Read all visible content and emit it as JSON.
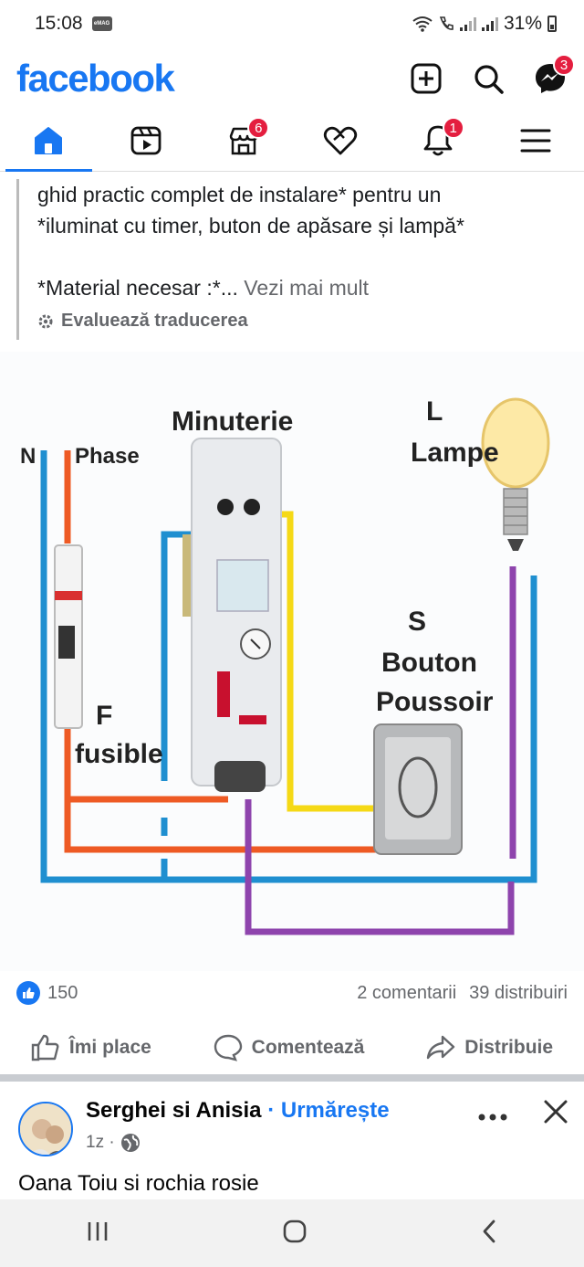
{
  "status_bar": {
    "time": "15:08",
    "notif_badge": "eMAG",
    "battery": "31%"
  },
  "header": {
    "logo": "facebook",
    "messenger_badge": "3",
    "icons": [
      "plus-icon",
      "search-icon",
      "messenger-icon"
    ],
    "brand_color": "#1877f2"
  },
  "nav": {
    "tabs": [
      {
        "name": "home",
        "icon": "home-icon",
        "active": true
      },
      {
        "name": "video",
        "icon": "video-icon",
        "active": false
      },
      {
        "name": "marketplace",
        "icon": "marketplace-icon",
        "badge": "6",
        "active": false
      },
      {
        "name": "dating",
        "icon": "heart-icon",
        "active": false
      },
      {
        "name": "notifications",
        "icon": "bell-icon",
        "badge": "1",
        "active": false
      },
      {
        "name": "menu",
        "icon": "menu-icon",
        "active": false
      }
    ]
  },
  "post": {
    "text_line1": "ghid practic complet de instalare* pentru un",
    "text_line2": "*iluminat cu timer, buton de apăsare și lampă*",
    "text_line3": "*Material necesar :*...",
    "see_more": "Vezi mai mult",
    "translate": "Evaluează traducerea",
    "image": {
      "label_n": "N",
      "label_phase": "Phase",
      "label_minuterie": "Minuterie",
      "label_l": "L",
      "label_lampe": "Lampe",
      "label_s": "S",
      "label_bouton": "Bouton",
      "label_poussoir": "Poussoir",
      "label_f": "F",
      "label_fusible": "fusible",
      "wire_colors": {
        "neutral": "#1f8fd0",
        "phase": "#ee5a24",
        "switch": "#f5d916",
        "lamp": "#8e44ad"
      }
    },
    "reactions": {
      "likes": "150",
      "comments": "2 comentarii",
      "shares": "39 distribuiri"
    },
    "actions": {
      "like": "Îmi place",
      "comment": "Comentează",
      "share": "Distribuie"
    }
  },
  "next_post": {
    "author": "Serghei si Anisia",
    "follow": "Urmărește",
    "separator": "·",
    "time": "1z ·",
    "caption": "Oana Toiu si rochia rosie"
  }
}
